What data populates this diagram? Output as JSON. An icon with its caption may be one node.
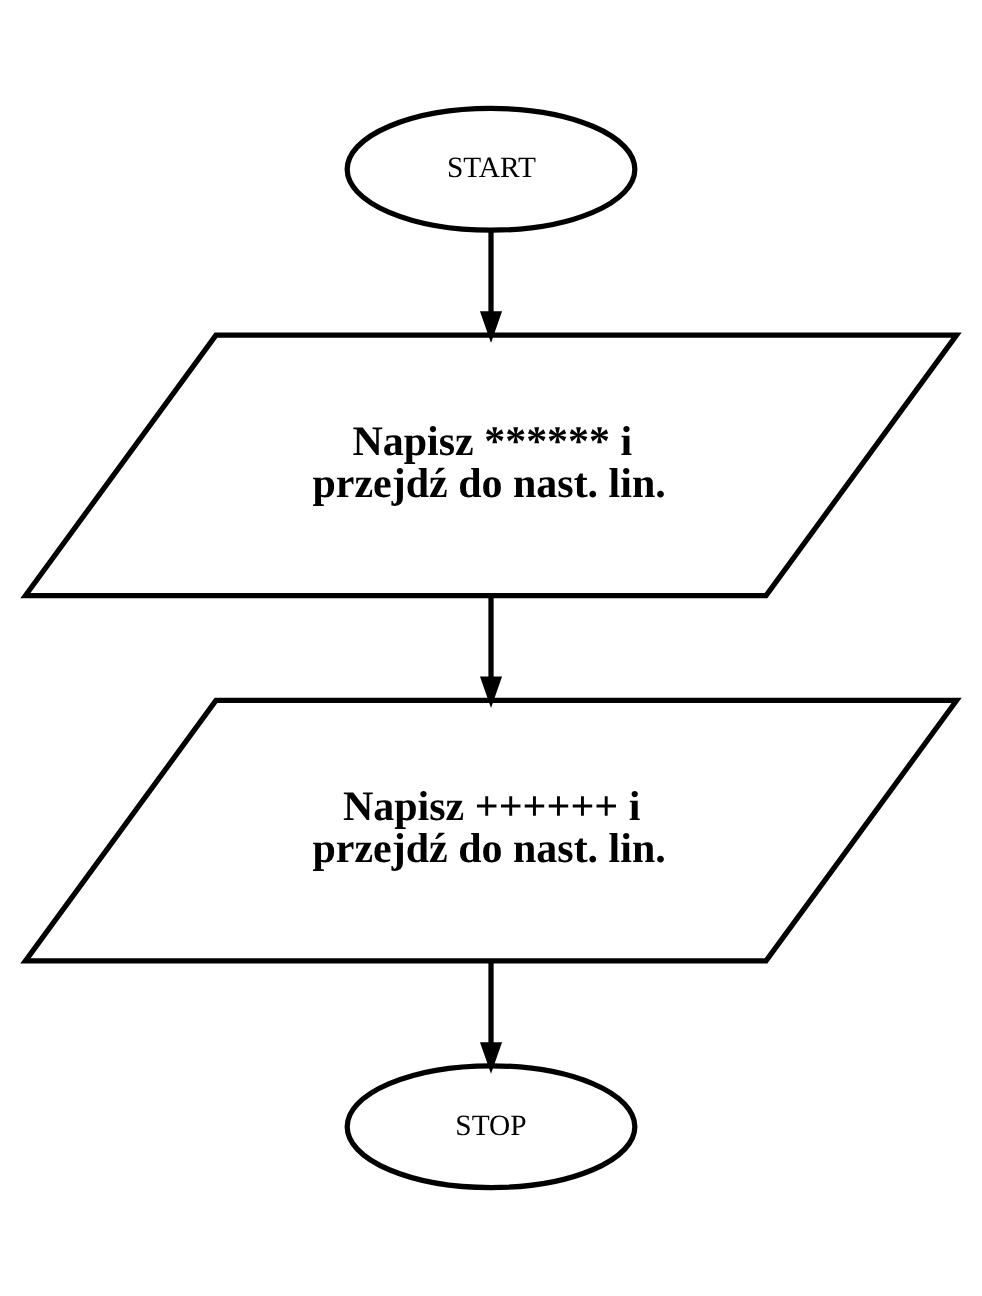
{
  "diagram": {
    "nodes": [
      {
        "text": [
          "START"
        ]
      },
      {
        "text": [
          "Napisz ****** i przejdź do nast. lin."
        ]
      },
      {
        "text": [
          "Napisz ++++++ i przejdź do nast. lin."
        ]
      },
      {
        "text": [
          "STOP"
        ]
      }
    ],
    "edges": [
      {
        "from": 0,
        "to": 1,
        "arrow": "to"
      },
      {
        "from": 1,
        "to": 2,
        "arrow": "to"
      },
      {
        "from": 2,
        "to": 3,
        "arrow": "to"
      }
    ]
  }
}
